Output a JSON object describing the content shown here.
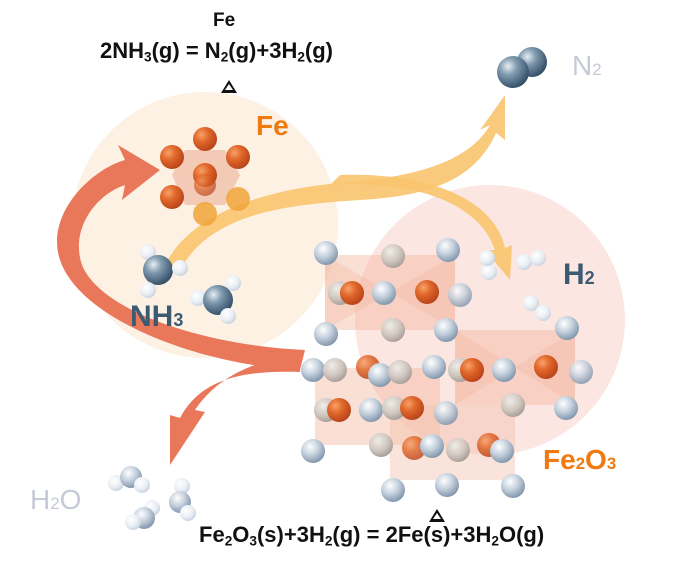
{
  "colors": {
    "fe_atom": "#d9571c",
    "fe_label": "#f07a10",
    "n_atom": "#4a6a82",
    "n_label_dark": "#3d5a73",
    "n2_label": "#c5cbd6",
    "h2o_label": "#c5cbd6",
    "h_atom": "#e8edf3",
    "o_atom": "#b8c4d4",
    "yellow_arrow": "#f9c46e",
    "red_arrow": "#e9785b",
    "left_halo": "#fdf1e4",
    "right_halo": "#fbe3df",
    "octahedron": "#f3b9a0",
    "equation": "#111111"
  },
  "equation_top": {
    "catalyst": "Fe",
    "condition": "Δ",
    "reactants": "2NH3(g)",
    "equals": "=",
    "products": "N2(g)+3H2(g)",
    "parts": {
      "r1": "2NH",
      "r1sub": "3",
      "r1tail": "(g)",
      "p1": "N",
      "p1sub": "2",
      "p1tail": "(g)+3H",
      "p2sub": "2",
      "p2tail": "(g)"
    }
  },
  "equation_bottom": {
    "condition": "Δ",
    "reactants": "Fe2O3(s)+3H2(g)",
    "equals": "=",
    "products": "2Fe(s)+3H2O(g)",
    "parts": {
      "r1": "Fe",
      "r1sub": "2",
      "r1mid": "O",
      "r1sub2": "3",
      "r1tail": "(s)+3H",
      "r2sub": "2",
      "r2tail": "(g)",
      "p1": "2Fe(s)+3H",
      "p1sub": "2",
      "p1tail": "O(g)"
    }
  },
  "labels": {
    "fe": "Fe",
    "nh3": {
      "base": "NH",
      "sub": "3"
    },
    "n2": {
      "base": "N",
      "sub": "2"
    },
    "h2": {
      "base": "H",
      "sub": "2"
    },
    "fe2o3": {
      "base1": "Fe",
      "sub1": "2",
      "base2": "O",
      "sub2": "3"
    },
    "h2o": {
      "base1": "H",
      "sub1": "2",
      "base2": "O"
    }
  },
  "flows": [
    {
      "name": "NH3 to N2 via Fe catalyst",
      "color": "yellow"
    },
    {
      "name": "NH3 to H2 branch",
      "color": "yellow"
    },
    {
      "name": "Fe regenerated from Fe2O3 reduction",
      "color": "red"
    },
    {
      "name": "H2O released from Fe2O3 reduction",
      "color": "red"
    }
  ]
}
